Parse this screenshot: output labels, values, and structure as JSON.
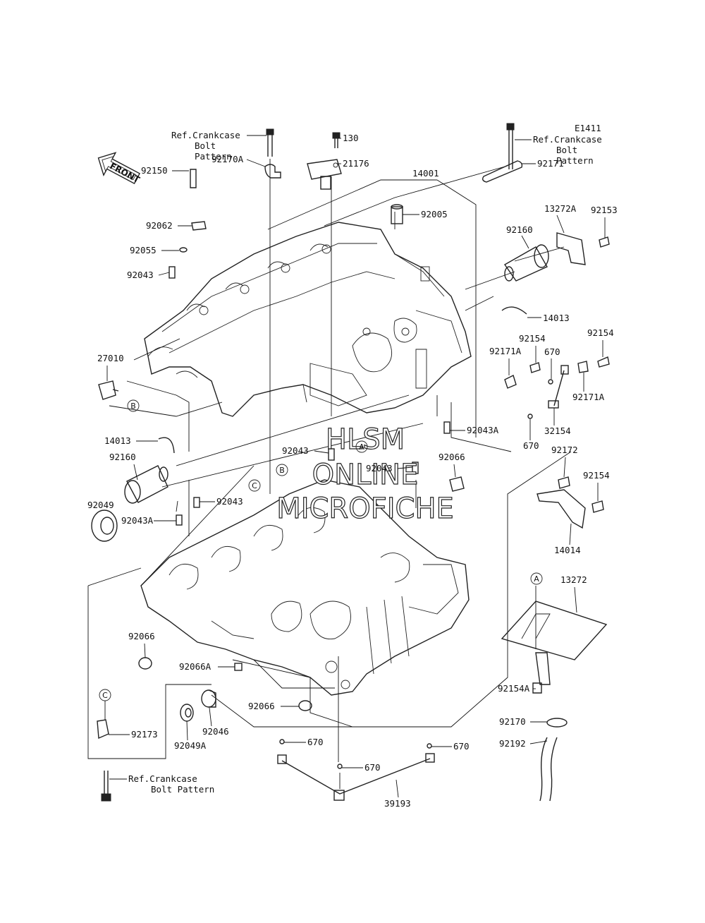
{
  "diagram_code": "E1411",
  "watermark": {
    "line1": "HLSM",
    "line2": "ONLINE",
    "line3": "MICROFICHE"
  },
  "front_marker": "FRONT",
  "ref_notes": [
    {
      "id": "ref-top-left",
      "lines": [
        "Ref.Crankcase",
        "Bolt",
        "Pattern"
      ]
    },
    {
      "id": "ref-top-right",
      "lines": [
        "Ref.Crankcase",
        "Bolt",
        "Pattern"
      ]
    },
    {
      "id": "ref-bottom",
      "lines": [
        "Ref.Crankcase",
        "Bolt Pattern"
      ]
    }
  ],
  "circle_markers": [
    "A",
    "B",
    "C"
  ],
  "part_labels": [
    "130",
    "21176",
    "14001",
    "92005",
    "92171",
    "13272A",
    "92153",
    "92160",
    "92170A",
    "92150",
    "92062",
    "92055",
    "92043",
    "14013",
    "92154",
    "92171A",
    "670",
    "27010",
    "92043A",
    "32154",
    "92066",
    "92172",
    "92049",
    "92046",
    "92049A",
    "92066A",
    "92173",
    "13272",
    "92154A",
    "92170",
    "92192",
    "39193",
    "14014"
  ]
}
